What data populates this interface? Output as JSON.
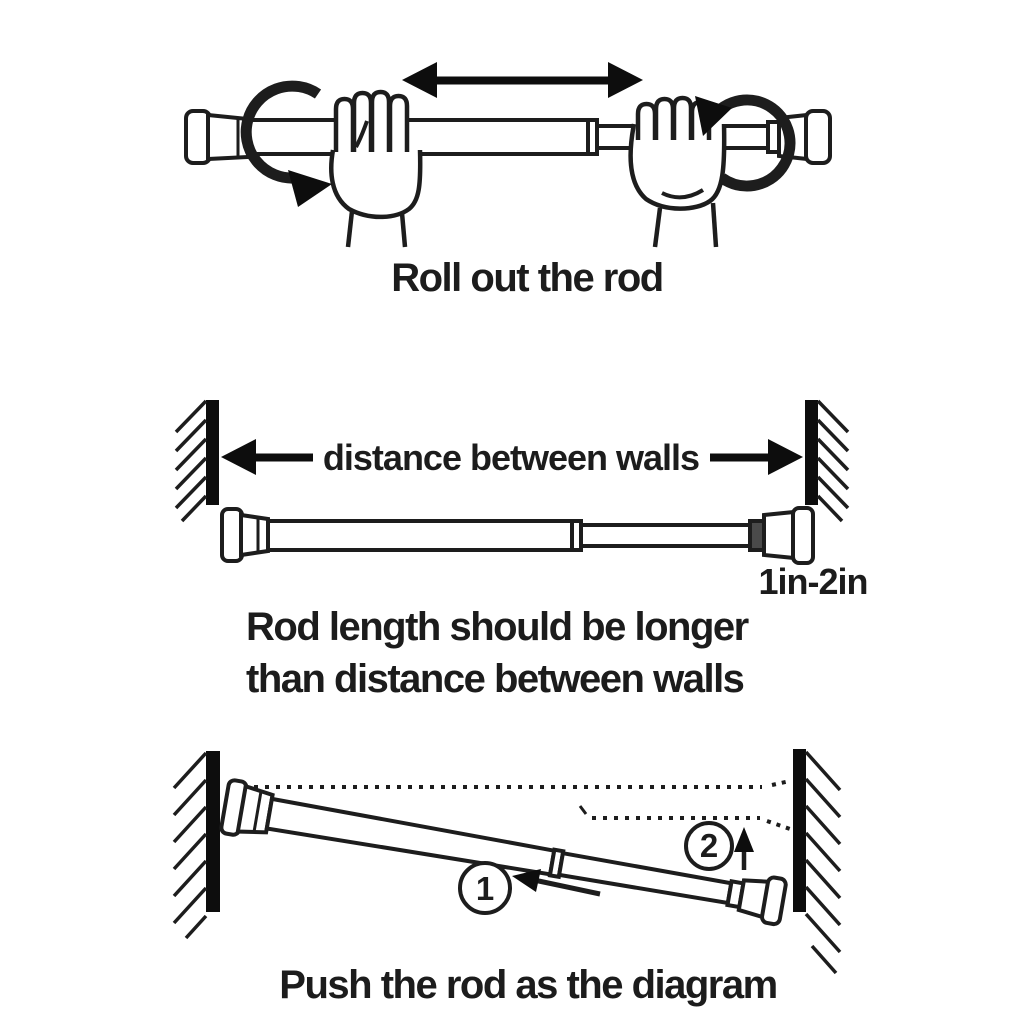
{
  "diagram": {
    "background": "#ffffff",
    "ink": "#1d1d1d",
    "wall_color": "#0d0d0d",
    "collar_shade": "#4a4a4a",
    "step_roll": {
      "caption": "Roll out the rod"
    },
    "step_measure": {
      "distance_label": "distance between walls",
      "overhang_label": "1in-2in",
      "caption_line1": "Rod length should be longer",
      "caption_line2": "than distance between walls"
    },
    "step_push": {
      "step1_number": "1",
      "step2_number": "2",
      "caption": "Push the rod as the diagram"
    },
    "icons": {
      "extend_arrow": "double-headed horizontal arrow",
      "rotate_ccw": "counter-clockwise rotation arc arrow",
      "rotate_cw": "clockwise rotation arc arrow",
      "distance_arrow_left": "arrow pointing left at wall",
      "distance_arrow_right": "arrow pointing right at wall",
      "push_inward_arrow": "arrow pointing left",
      "push_up_arrow": "arrow pointing up"
    }
  }
}
